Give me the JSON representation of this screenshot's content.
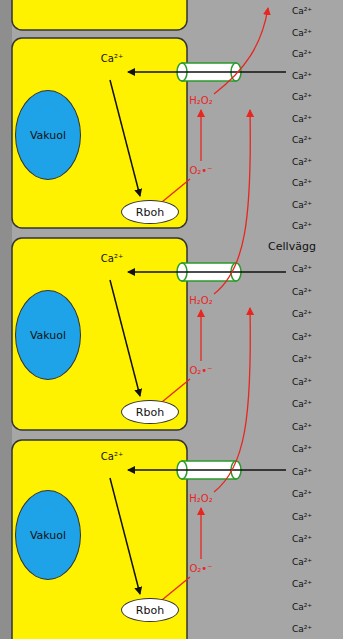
{
  "diagram": {
    "nodes": [
      {
        "text": [
          "Vakuol"
        ]
      },
      {
        "text": [
          "Rboh"
        ]
      },
      {
        "text": [
          "Vakuol"
        ]
      },
      {
        "text": [
          "Rboh"
        ]
      },
      {
        "text": [
          "Vakuol"
        ]
      },
      {
        "text": [
          "Rboh"
        ]
      }
    ],
    "labels": [
      "Ca²⁺",
      "Ca²⁺",
      "Ca²⁺",
      "Ca²⁺",
      "Ca²⁺",
      "Ca²⁺",
      "Ca²⁺",
      "Ca²⁺",
      "Ca²⁺",
      "Ca²⁺",
      "Ca²⁺",
      "Cellvägg",
      "Ca²⁺",
      "Ca²⁺",
      "Ca²⁺",
      "Ca²⁺",
      "Ca²⁺",
      "Ca²⁺",
      "Ca²⁺",
      "Ca²⁺",
      "Ca²⁺",
      "Ca²⁺",
      "Ca²⁺",
      "Ca²⁺",
      "Ca²⁺",
      "Ca²⁺",
      "Ca²⁺",
      "Ca²⁺",
      "Ca²⁺",
      "Ca²⁺",
      "H₂O₂",
      "O₂•⁻",
      "Ca²⁺",
      "H₂O₂",
      "O₂•⁻",
      "Ca²⁺",
      "H₂O₂",
      "O₂•⁻"
    ]
  }
}
